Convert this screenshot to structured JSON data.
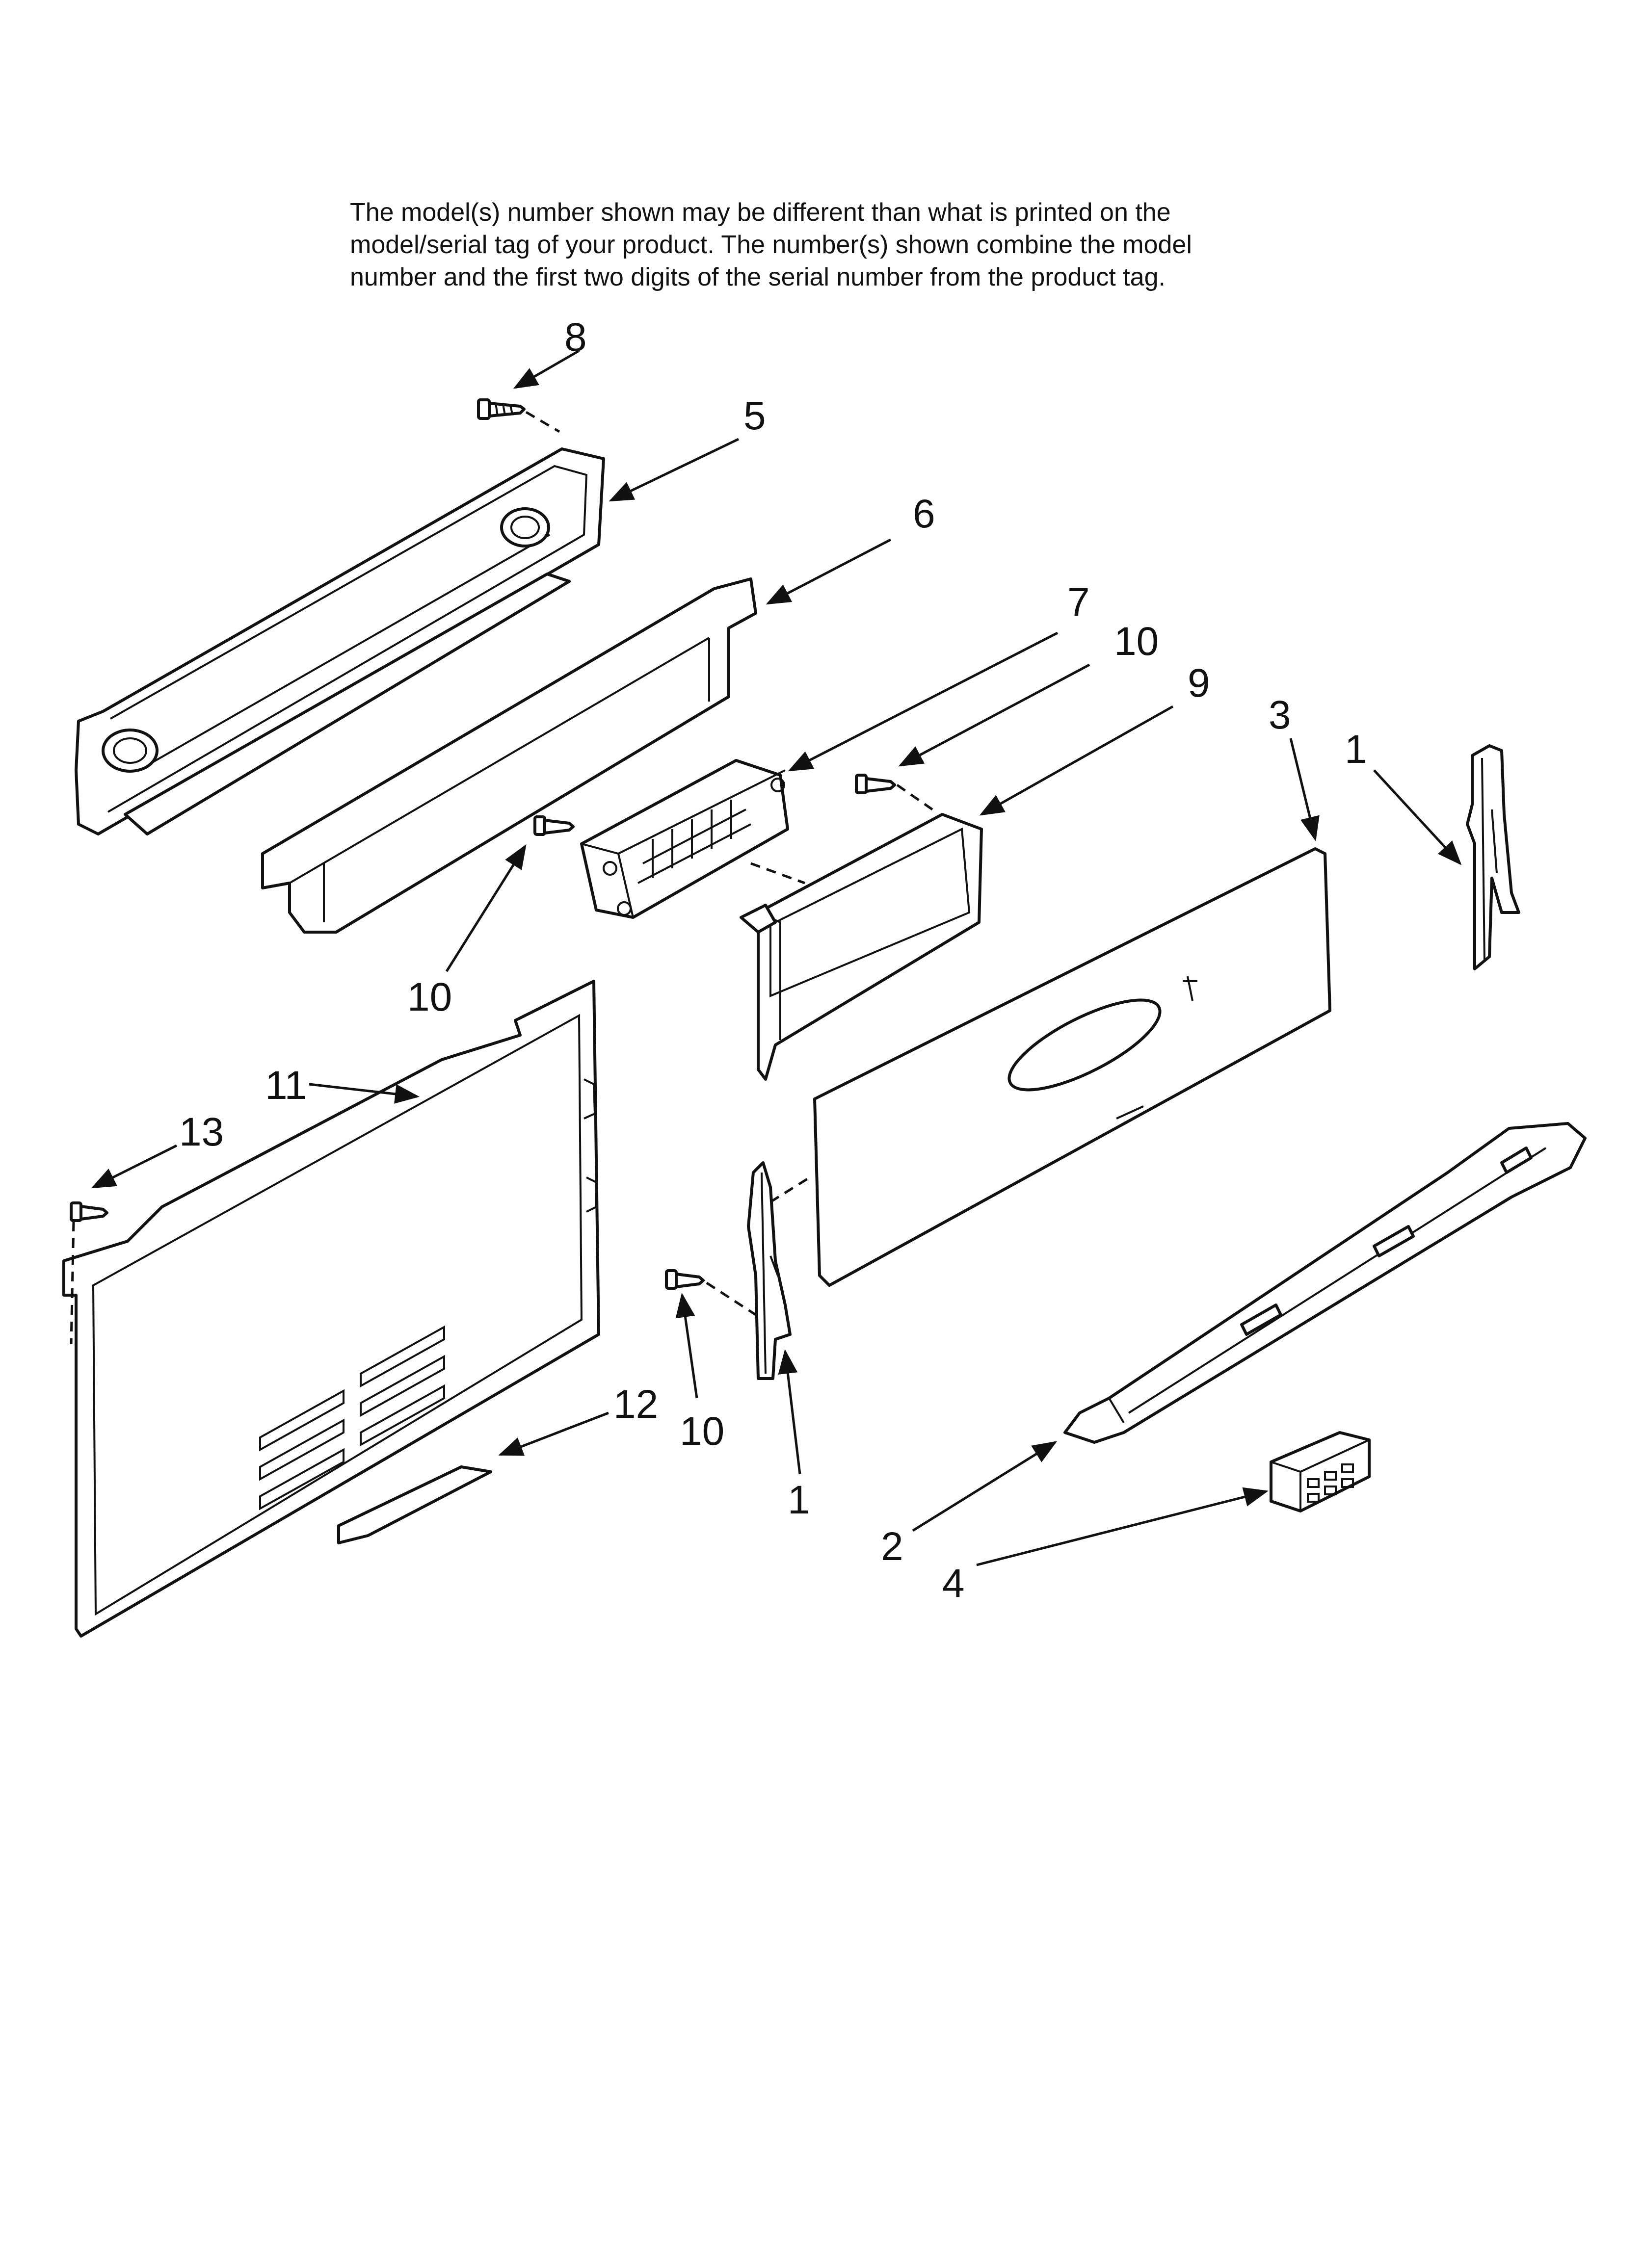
{
  "note": {
    "lines": [
      "The model(s) number shown may be different than what is printed on the",
      "model/serial tag of your product. The number(s) shown combine the model",
      "number and the first two digits of the serial number from the product tag."
    ]
  },
  "callouts": {
    "c8": "8",
    "c5": "5",
    "c6": "6",
    "c7": "7",
    "c10a": "10",
    "c9": "9",
    "c3": "3",
    "c1a": "1",
    "c10b": "10",
    "c11": "11",
    "c13": "13",
    "c12": "12",
    "c10c": "10",
    "c1b": "1",
    "c2": "2",
    "c4": "4"
  },
  "colors": {
    "line": "#111111",
    "background": "#ffffff"
  }
}
